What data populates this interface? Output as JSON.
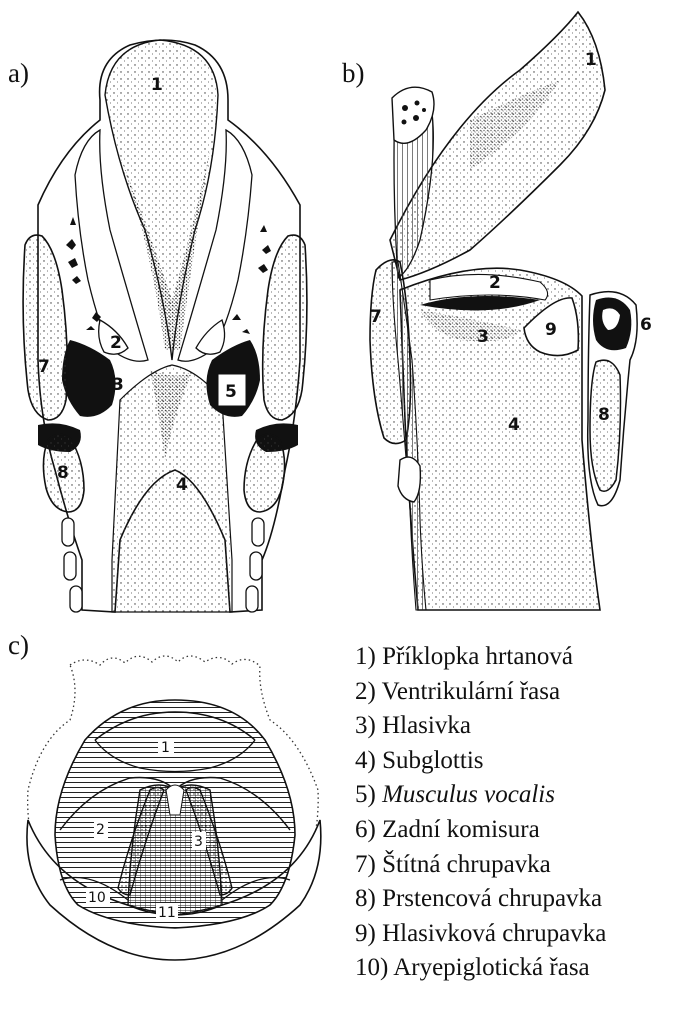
{
  "panels": {
    "a": "a)",
    "b": "b)",
    "c": "c)"
  },
  "figure_a_numbers": [
    "1",
    "2",
    "3",
    "4",
    "5",
    "7",
    "8"
  ],
  "figure_b_numbers": [
    "1",
    "2",
    "3",
    "4",
    "6",
    "7",
    "8",
    "9"
  ],
  "figure_c_numbers": [
    "1",
    "2",
    "3",
    "10",
    "11"
  ],
  "legend": [
    {
      "num": "1)",
      "text": "Příklopka hrtanová"
    },
    {
      "num": "2)",
      "text": "Ventrikulární řasa"
    },
    {
      "num": "3)",
      "text": "Hlasivka"
    },
    {
      "num": "4)",
      "text": "Subglottis"
    },
    {
      "num": "5)",
      "text": "Musculus vocalis",
      "italic": true
    },
    {
      "num": "6)",
      "text": "Zadní komisura"
    },
    {
      "num": "7)",
      "text": "Štítná chrupavka"
    },
    {
      "num": "8)",
      "text": "Prstencová chrupavka"
    },
    {
      "num": "9)",
      "text": "Hlasivková chrupavka"
    },
    {
      "num": "10)",
      "text": "Aryepiglotická řasa"
    }
  ]
}
